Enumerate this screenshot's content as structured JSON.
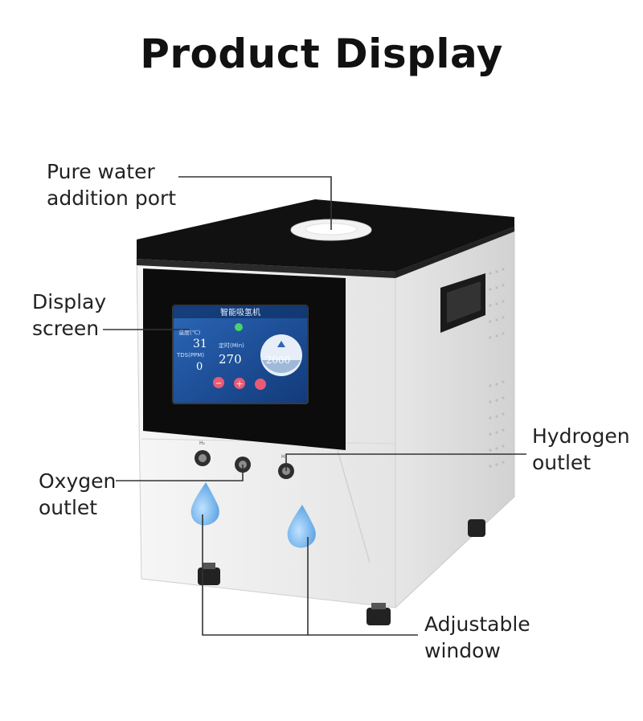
{
  "title": "Product Display",
  "callouts": {
    "pure_water_port": [
      "Pure water",
      "addition port"
    ],
    "display_screen": [
      "Display",
      "screen"
    ],
    "hydrogen_outlet": [
      "Hydrogen",
      "outlet"
    ],
    "oxygen_outlet": [
      "Oxygen",
      "outlet"
    ],
    "adjustable_window": [
      "Adjustable",
      "window"
    ]
  },
  "screen": {
    "header": "智能吸氢机",
    "temp_label": "温度(℃)",
    "temp_value": "31",
    "tds_label": "TDS(PPM)",
    "tds_value": "0",
    "timer_label": "定时(Min)",
    "timer_value": "270",
    "flow_value": "2000",
    "minus": "−",
    "plus": "+"
  },
  "colors": {
    "body": "#efefef",
    "lid": "#111111",
    "screen_bg": "#1d4f9b",
    "drop": "#5aa6e6"
  }
}
